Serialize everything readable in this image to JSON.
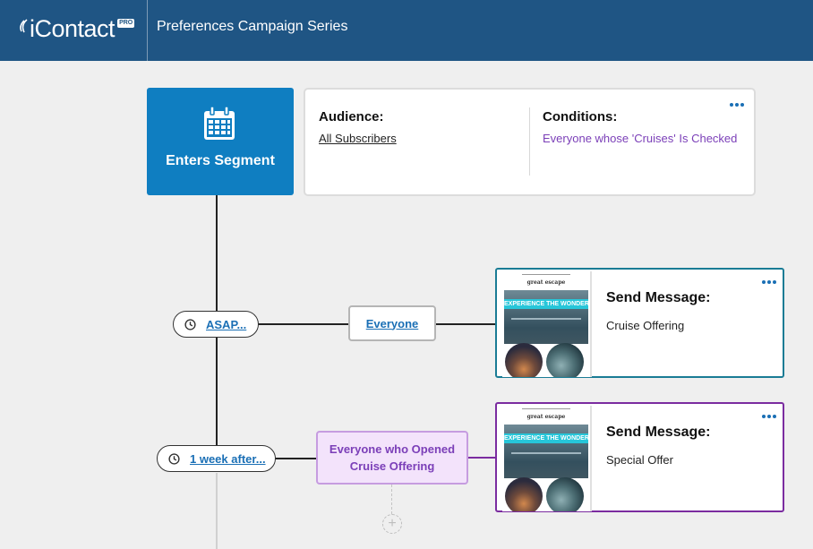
{
  "header": {
    "logo_text": "iContact",
    "logo_badge": "PRO",
    "title": "Preferences Campaign Series"
  },
  "start": {
    "label": "Enters Segment",
    "icon": "calendar-icon"
  },
  "audience": {
    "audience_heading": "Audience:",
    "audience_value": "All Subscribers",
    "conditions_heading": "Conditions:",
    "conditions_value": "Everyone whose 'Cruises' Is Checked"
  },
  "steps": [
    {
      "delay": "ASAP...",
      "segment": "Everyone",
      "message_heading": "Send Message:",
      "message_name": "Cruise Offering",
      "thumbnail": {
        "title": "great escape",
        "banner": "EXPERIENCE THE WONDER"
      }
    },
    {
      "delay": "1 week after...",
      "segment": "Everyone who Opened\nCruise Offering",
      "message_heading": "Send Message:",
      "message_name": "Special Offer",
      "thumbnail": {
        "title": "great escape",
        "banner": "EXPERIENCE THE WONDER"
      }
    }
  ],
  "add_button": "+",
  "colors": {
    "header_bg": "#1f5584",
    "start_bg": "#0f7ec1",
    "link_blue": "#1a6fb5",
    "purple": "#7b3fb8",
    "teal_border": "#1a7c95",
    "purple_border": "#7b2ca0"
  }
}
